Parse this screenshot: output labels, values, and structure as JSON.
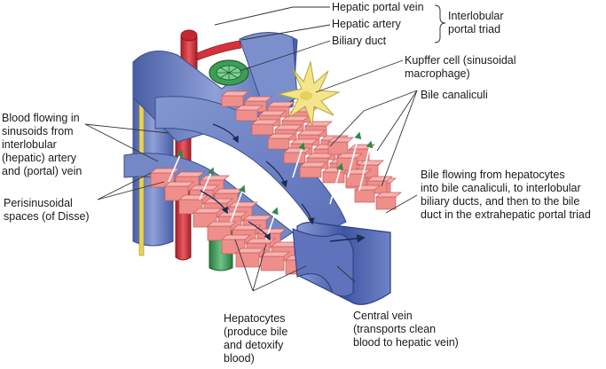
{
  "labels": {
    "hepatic_portal_vein": "Hepatic portal vein",
    "hepatic_artery": "Hepatic artery",
    "biliary_duct": "Biliary duct",
    "interlobular_portal_triad": [
      "Interlobular",
      "portal triad"
    ],
    "kupffer_cell": [
      "Kupffer cell (sinusoidal",
      "macrophage)"
    ],
    "bile_canaliculi": "Bile canaliculi",
    "blood_flowing": [
      "Blood flowing in",
      "sinusoids from",
      "interlobular",
      "(hepatic) artery",
      "and (portal) vein"
    ],
    "perisinusoidal": [
      "Perisinusoidal",
      "spaces (of Disse)"
    ],
    "bile_flowing": [
      "Bile flowing from hepatocytes",
      "into bile canaliculi, to interlobular",
      "biliary ducts, and then to the bile",
      "duct in the extrahepatic portal triad"
    ],
    "hepatocytes": [
      "Hepatocytes",
      "(produce bile",
      "and detoxify",
      "blood)"
    ],
    "central_vein": [
      "Central vein",
      "(transports clean",
      "blood to hepatic vein)"
    ]
  },
  "colors": {
    "portal_vein": "#6f84c4",
    "portal_vein_dark": "#4a5ea6",
    "hepatic_artery": "#d6323c",
    "biliary_duct": "#3d9e57",
    "kupffer": "#f4e58a",
    "hepatocyte": "#ee8f8c",
    "hepatocyte_dark": "#c95c5c",
    "central_vein": "#4a63b0",
    "leader_line": "#333333"
  }
}
